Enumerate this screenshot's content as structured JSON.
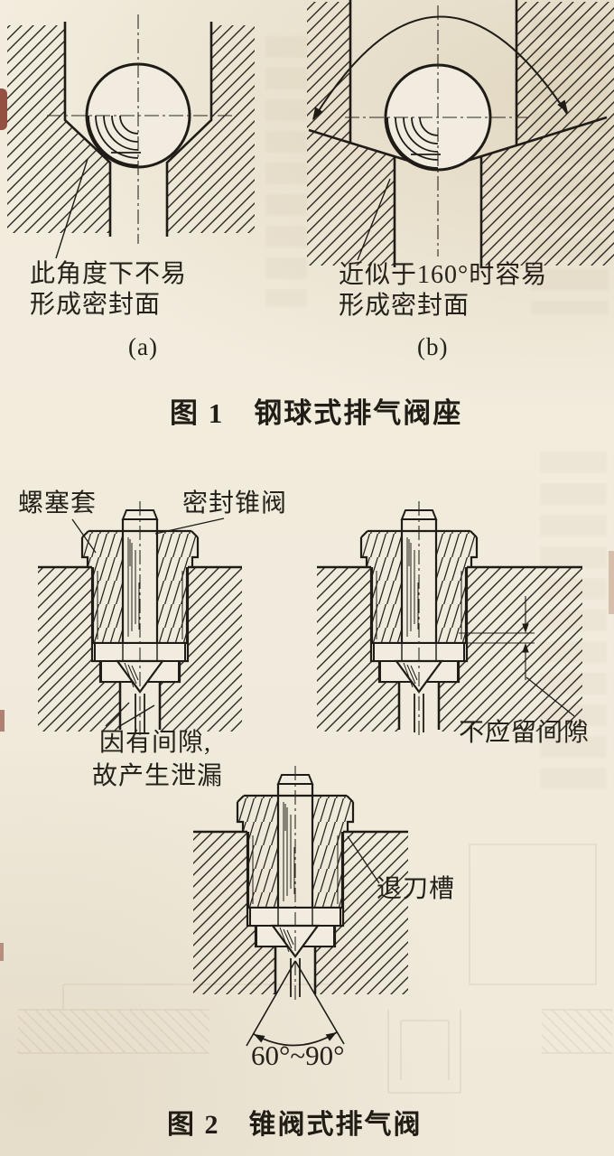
{
  "page": {
    "paper_color": "#f1ecdf",
    "ink_color": "#1f1c17"
  },
  "figure1": {
    "caption": "图 1　钢球式排气阀座",
    "panel_a": {
      "tag": "(a)",
      "note_line1": "此角度下不易",
      "note_line2": "形成密封面"
    },
    "panel_b": {
      "tag": "(b)",
      "note_line1": "近似于160°时容易",
      "note_line2": "形成密封面"
    }
  },
  "figure2": {
    "caption": "图 2　锥阀式排气阀",
    "label_plug_sleeve": "螺塞套",
    "label_sealing_cone_valve": "密封锥阀",
    "note_gap_line1": "因有间隙,",
    "note_gap_line2": "故产生泄漏",
    "label_no_gap": "不应留间隙",
    "label_relief_groove": "退刀槽",
    "label_cone_angle": "60°~90°"
  }
}
